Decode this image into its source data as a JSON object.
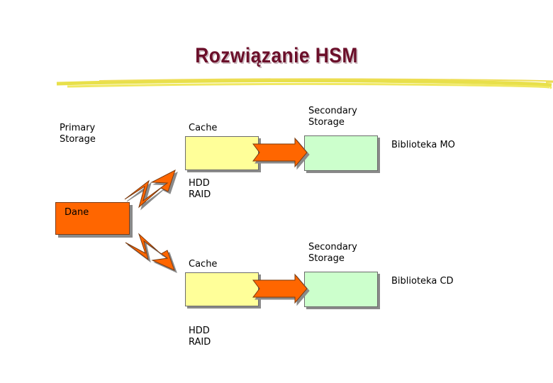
{
  "title": "Rozwiązanie HSM",
  "primary_storage": "Primary\nStorage",
  "source": "Dane",
  "top_branch": {
    "cache": "Cache",
    "hdd": "HDD\nRAID",
    "secondary": "Secondary\nStorage",
    "library": "Biblioteka MO"
  },
  "bottom_branch": {
    "cache": "Cache",
    "hdd": "HDD\nRAID",
    "secondary": "Secondary\nStorage",
    "library": "Biblioteka CD"
  },
  "colors": {
    "title": "#6b0f2a",
    "underline": "#e8e04a",
    "cache_box": "#ffff99",
    "library_box": "#ccffcc",
    "arrow": "#ff6600"
  }
}
